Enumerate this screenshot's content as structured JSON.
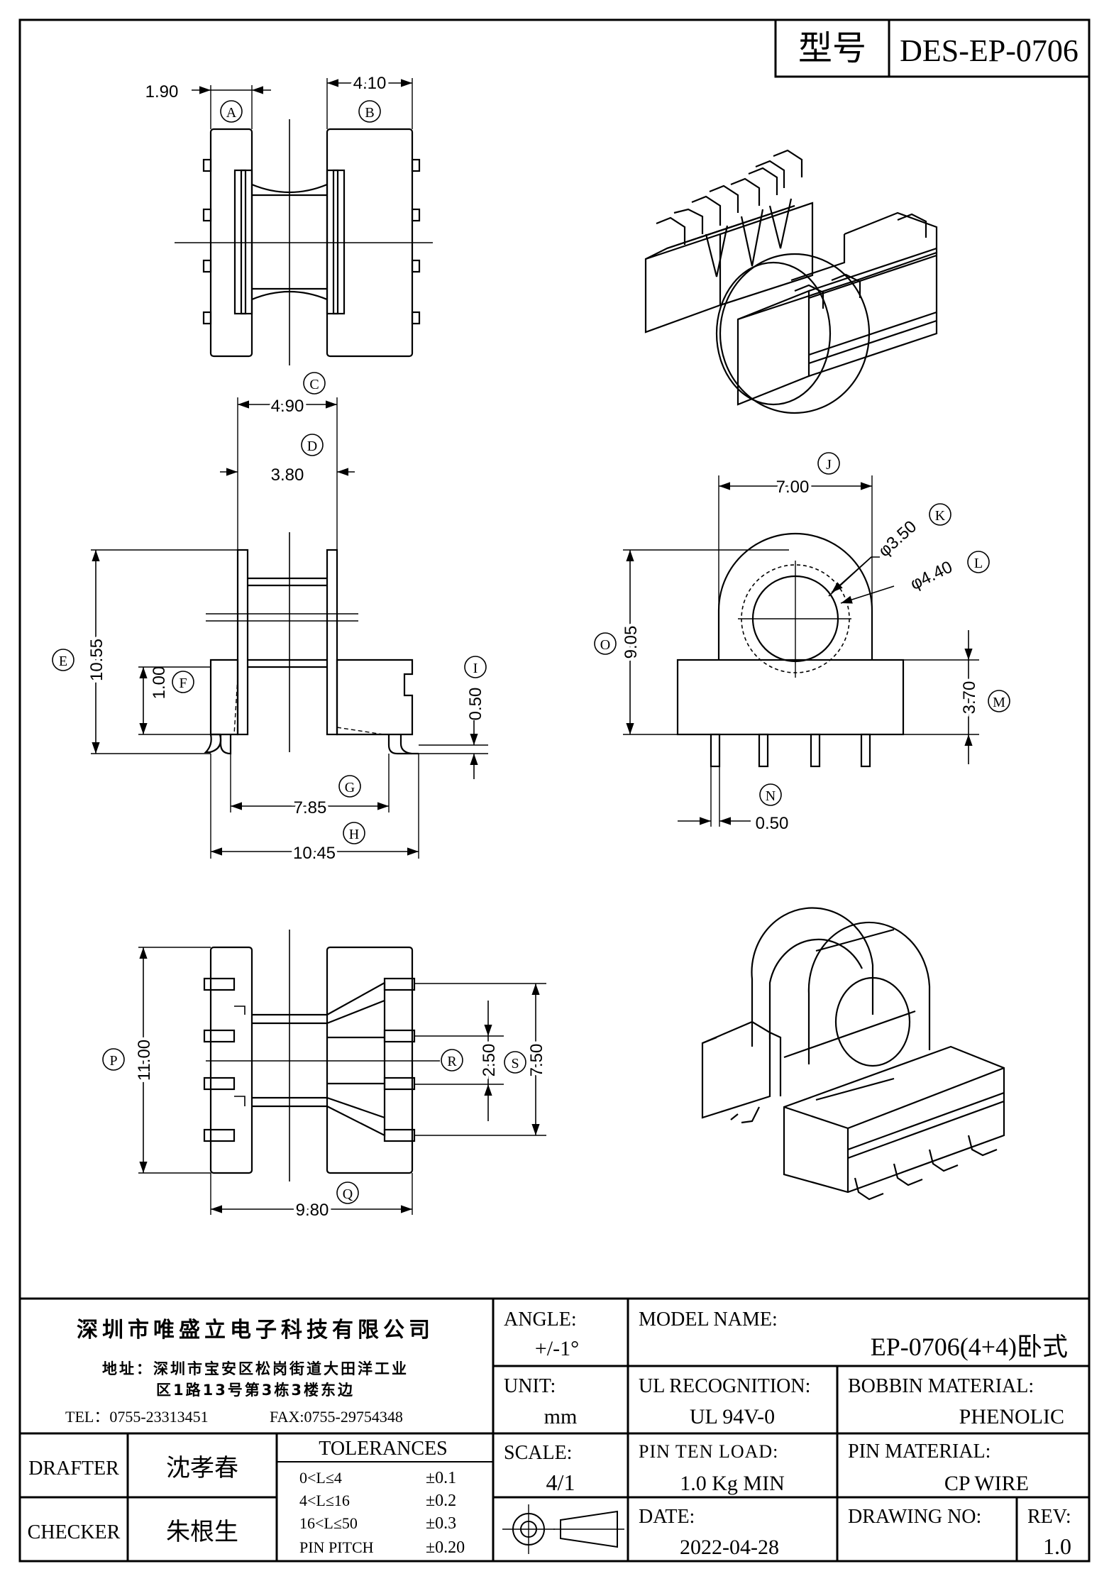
{
  "type_label": "型号",
  "drawing_code": "DES-EP-0706",
  "views": {
    "top": {
      "dims": {
        "a_value": "1.90",
        "a_tag": "A",
        "b_value": "4.10",
        "b_tag": "B"
      }
    },
    "front": {
      "dims": {
        "c_value": "4.90",
        "c_tag": "C",
        "d_value": "3.80",
        "d_tag": "D",
        "e_value": "10.55",
        "e_tag": "E",
        "f_value": "1.00",
        "f_tag": "F",
        "i_value": "0.50",
        "i_tag": "I",
        "g_value": "7.85",
        "g_tag": "G",
        "h_value": "10.45",
        "h_tag": "H"
      }
    },
    "side": {
      "dims": {
        "j_value": "7.00",
        "j_tag": "J",
        "k_value": "φ3.50",
        "k_tag": "K",
        "l_value": "φ4.40",
        "l_tag": "L",
        "o_value": "9.05",
        "o_tag": "O",
        "m_value": "3.70",
        "m_tag": "M",
        "n_value": "0.50",
        "n_tag": "N"
      }
    },
    "bottom": {
      "dims": {
        "p_value": "11.00",
        "p_tag": "P",
        "r_value": "2.50",
        "r_tag": "R",
        "s_value": "7.50",
        "s_tag": "S",
        "q_value": "9.80",
        "q_tag": "Q"
      }
    }
  },
  "title_block": {
    "company": "深圳市唯盛立电子科技有限公司",
    "address_line1": "地址：深圳市宝安区松岗街道大田洋工业",
    "address_line2": "区1路13号第3栋3楼东边",
    "tel": "TEL：0755-23313451",
    "fax": "FAX:0755-29754348",
    "angle_label": "ANGLE:",
    "angle_value": "+/-1°",
    "unit_label": "UNIT:",
    "unit_value": "mm",
    "scale_label": "SCALE:",
    "scale_value": "4/1",
    "model_label": "MODEL NAME:",
    "model_value": "EP-0706(4+4)卧式",
    "ul_label": "UL RECOGNITION:",
    "ul_value": "UL 94V-0",
    "bobbin_label": "BOBBIN MATERIAL:",
    "bobbin_value": "PHENOLIC",
    "pin_load_label": "PIN TEN LOAD:",
    "pin_load_value": "1.0 Kg MIN",
    "pin_material_label": "PIN MATERIAL:",
    "pin_material_value": "CP WIRE",
    "drafter_label": "DRAFTER",
    "drafter_name": "沈孝春",
    "checker_label": "CHECKER",
    "checker_name": "朱根生",
    "tolerances_label": "TOLERANCES",
    "tolerances": [
      {
        "range": "0<L≤4",
        "value": "±0.1"
      },
      {
        "range": "4<L≤16",
        "value": "±0.2"
      },
      {
        "range": "16<L≤50",
        "value": "±0.3"
      },
      {
        "range": "PIN PITCH",
        "value": "±0.20"
      }
    ],
    "date_label": "DATE:",
    "date_value": "2022-04-28",
    "drawing_no_label": "DRAWING NO:",
    "drawing_no_value": "",
    "rev_label": "REV:",
    "rev_value": "1.0"
  }
}
